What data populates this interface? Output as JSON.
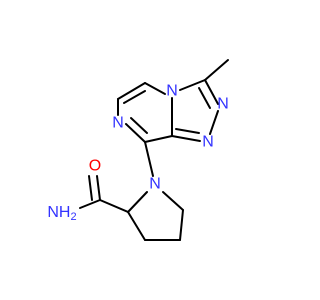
{
  "colors": {
    "background": "#ffffff",
    "bond": "#000000",
    "nitrogen": "#3333ff",
    "oxygen": "#ff0000"
  },
  "atoms": {
    "ring_n_top": "N",
    "triazole_n_upper": "N",
    "triazole_n_lower": "N",
    "pyrazine_n": "N",
    "pyrrolidine_n": "N",
    "carbonyl_o": "O",
    "amide_nh2": "NH2"
  },
  "amide_nh2_main": "NH",
  "amide_nh2_sub": "2"
}
